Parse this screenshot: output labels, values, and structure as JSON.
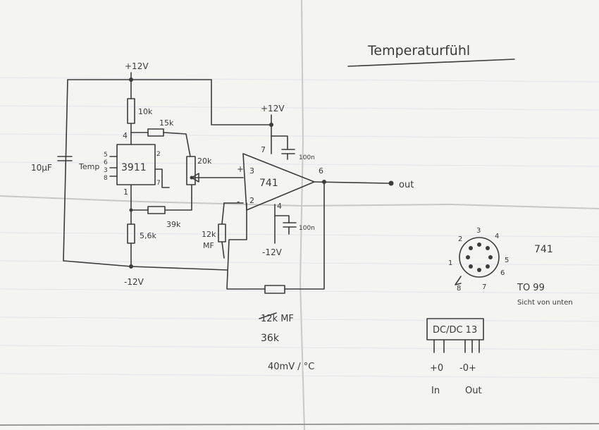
{
  "title": "Temperaturfühl",
  "supply": {
    "top_left": "+12V",
    "top_right": "+12V",
    "bottom_left": "-12V",
    "bottom_right": "-12V"
  },
  "components": {
    "r_top": "10k",
    "r_15k": "15k",
    "r_20k": "20k",
    "r_39k": "39k",
    "r_56k": "5,6k",
    "r_12k": "12k",
    "mf": "MF",
    "cap_left": "10µF",
    "temp": "Temp",
    "cap_top": "100n",
    "cap_bottom": "100n",
    "ic_sensor": "3911",
    "opamp": "741",
    "feedback_crossed": "12k MF",
    "feedback": "36k"
  },
  "pins": {
    "sensor_pin4": "4",
    "sensor_pin1": "1",
    "sensor_pin5": "5",
    "sensor_pin6": "6",
    "sensor_pin3": "3",
    "sensor_pin8": "8",
    "sensor_pin2": "2",
    "sensor_pin7": "7",
    "op_pin7": "7",
    "op_pin3": "3",
    "op_pin2": "2",
    "op_pin6": "6",
    "op_pin4": "4",
    "plus": "+",
    "minus": "-"
  },
  "output_label": "out",
  "scale": "40mV / °C",
  "package": {
    "name": "741",
    "type": "TO 99",
    "note": "Sicht von unten",
    "pins": [
      "1",
      "2",
      "3",
      "4",
      "5",
      "6",
      "7",
      "8"
    ]
  },
  "dcdc": {
    "label": "DC/DC 13",
    "in_pins": "+0",
    "out_pins": "-0+",
    "in_label": "In",
    "out_label": "Out"
  }
}
